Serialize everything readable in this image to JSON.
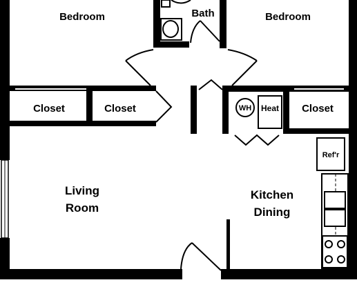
{
  "rooms": {
    "bedroom_left": "Bedroom",
    "bath": "Bath",
    "bedroom_right": "Bedroom",
    "closet_1": "Closet",
    "closet_2": "Closet",
    "closet_3": "Closet",
    "living_line1": "Living",
    "living_line2": "Room",
    "kitchen_line1": "Kitchen",
    "kitchen_line2": "Dining"
  },
  "fixtures": {
    "water_heater": "WH",
    "heat": "Heat",
    "refrigerator": "Ref'r"
  },
  "colors": {
    "wall": "#000000",
    "background": "#ffffff"
  }
}
